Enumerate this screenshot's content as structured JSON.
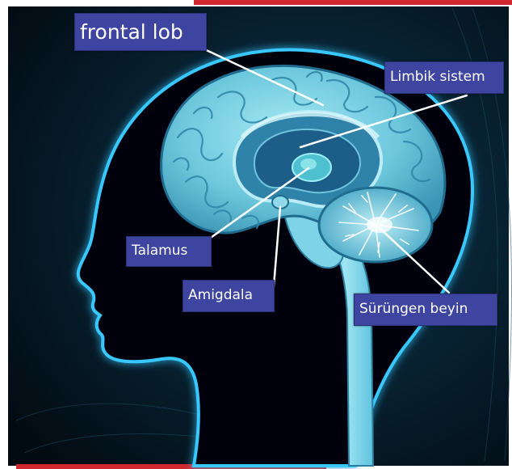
{
  "labels": {
    "frontal_lobe": "frontal lob",
    "limbic_system": "Limbik sistem",
    "thalamus": "Talamus",
    "amygdala": "Amigdala",
    "reptilian_brain": "Sürüngen beyin"
  },
  "icons": {
    "head": "head-silhouette-icon",
    "brain": "brain-icon",
    "spinal_cord": "spinal-cord-icon"
  },
  "colors": {
    "background": "#061826",
    "glow": "#39c8ff",
    "brain_light": "#7ed6e8",
    "brain_dark": "#1f6c8e",
    "label_fill": "#3d45a0",
    "label_text": "#ffffff",
    "accent_bar": "#d0282e"
  }
}
